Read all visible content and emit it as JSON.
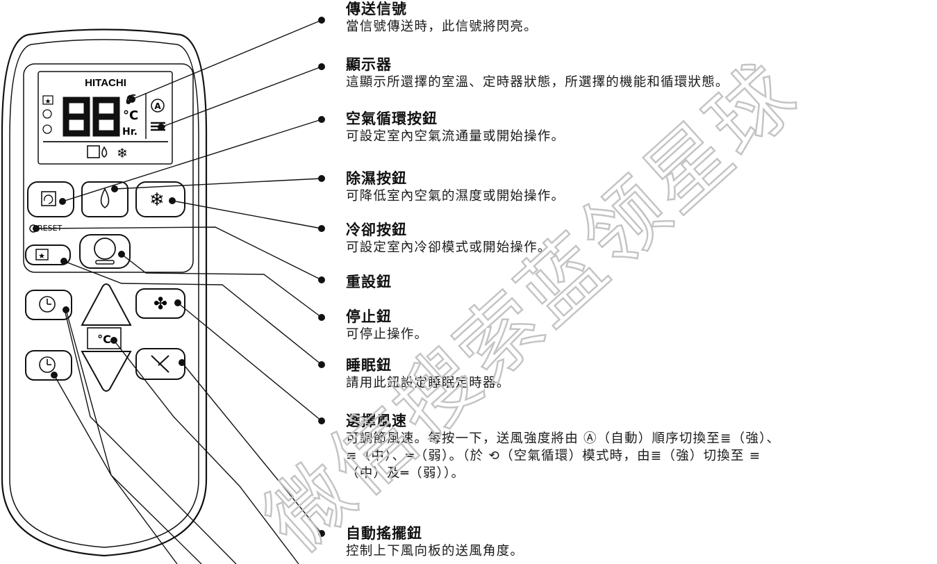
{
  "remote": {
    "brand": "HITACHI",
    "display_digits": "88",
    "unit_celsius": "°C",
    "unit_hours": "Hr.",
    "reset_label": "RESET",
    "temp_button_label": "°C"
  },
  "labels": [
    {
      "title": "傳送信號",
      "desc": [
        "當信號傳送時，此信號將閃亮。"
      ]
    },
    {
      "title": "顯示器",
      "desc": [
        "這顯示所還擇的室溫、定時器狀態，所選擇的機能和循環狀態。"
      ]
    },
    {
      "title": "空氣循環按鈕",
      "desc": [
        "可設定室內空氣流通量或開始操作。"
      ]
    },
    {
      "title": "除濕按鈕",
      "desc": [
        "可降低室內空氣的濕度或開始操作。"
      ]
    },
    {
      "title": "冷卻按鈕",
      "desc": [
        "可設定室內冷卻模式或開始操作。"
      ]
    },
    {
      "title": "重設鈕",
      "desc": []
    },
    {
      "title": "停止鈕",
      "desc": [
        "可停止操作。"
      ]
    },
    {
      "title": "睡眠鈕",
      "desc": [
        "請用此鈕設定睡眠定時器。"
      ]
    },
    {
      "title": "選擇風速",
      "desc": [
        "可調節風速。每按一下，送風強度將由 Ⓐ（自動）順序切換至≣（強）、",
        "≡（中）、═（弱）。（於 ⟲（空氣循環）模式時，由≣（強）切換至 ≡",
        "（中）及═（弱））。"
      ]
    },
    {
      "title": "自動搖擺鈕",
      "desc": [
        "控制上下風向板的送風角度。"
      ]
    }
  ],
  "watermark": "微信搜索蓝领星球",
  "colors": {
    "line": "#222222",
    "watermark": "#c8c8c8"
  }
}
